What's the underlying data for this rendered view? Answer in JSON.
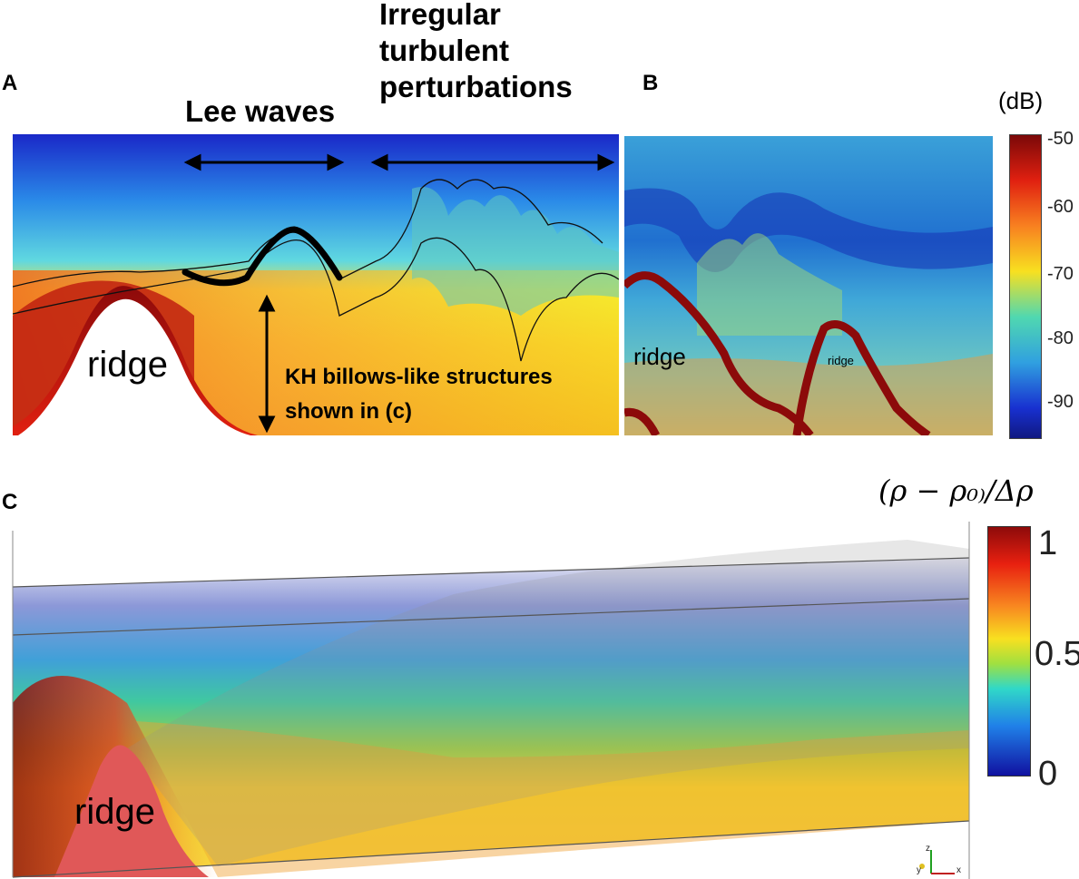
{
  "panels": {
    "a": {
      "letter": "A",
      "lee_waves": "Lee waves",
      "irregular_line1": "Irregular",
      "irregular_line2": "turbulent",
      "irregular_line3": "perturbations",
      "ridge": "ridge",
      "kh_line1": "KH billows-like structures",
      "kh_line2": "shown in (c)"
    },
    "b": {
      "letter": "B",
      "ridge_left": "ridge",
      "ridge_right": "ridge",
      "colorbar_unit": "(dB)",
      "colorbar_ticks": [
        "-50",
        "-60",
        "-70",
        "-80",
        "-90"
      ]
    },
    "c": {
      "letter": "C",
      "ridge": "ridge",
      "colorbar_title": "(ρ − ρ₀₎/Δρ",
      "colorbar_ticks": [
        "1",
        "0.5",
        "0"
      ],
      "axis_z": "z",
      "axis_y": "y",
      "axis_x": "x"
    }
  },
  "colors": {
    "deep_blue": "#1e2fd0",
    "cyan": "#35c8e0",
    "yellow": "#f8e020",
    "orange": "#f59020",
    "dark_red": "#8c0a0a"
  }
}
